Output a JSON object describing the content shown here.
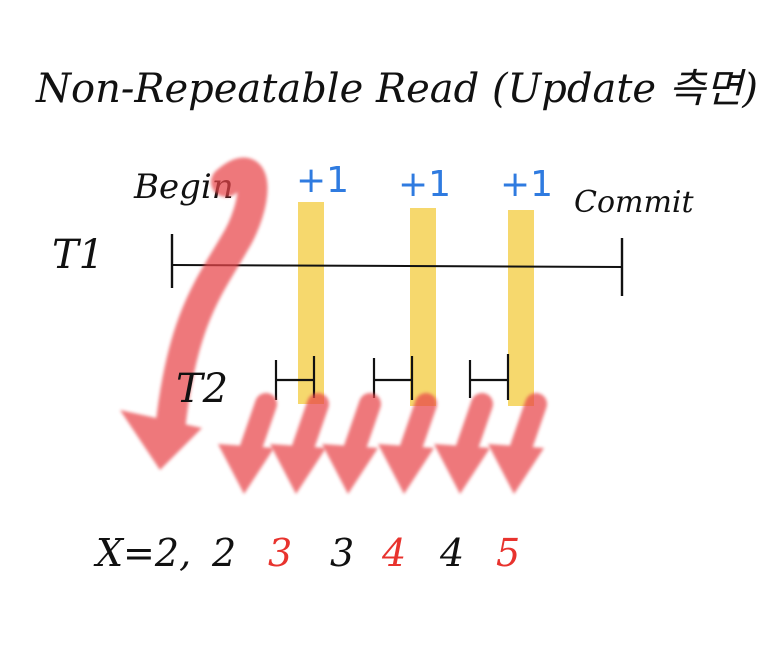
{
  "title": "Non-Repeatable Read (Update 측면)",
  "labels": {
    "begin": "Begin",
    "commit": "Commit",
    "t1": "T1",
    "t2": "T2"
  },
  "increments": [
    "+1",
    "+1",
    "+1"
  ],
  "x_sequence": {
    "prefix": "X=2,",
    "values": [
      "2",
      "3",
      "3",
      "4",
      "4",
      "5"
    ],
    "value_colors": [
      "#111111",
      "#e8332e",
      "#111111",
      "#e8332e",
      "#111111",
      "#e8332e"
    ]
  },
  "colors": {
    "ink": "#111111",
    "increment": "#2f7be0",
    "highlight": "#f5d154",
    "arrow": "#e8454a",
    "changed_value": "#e8332e"
  }
}
